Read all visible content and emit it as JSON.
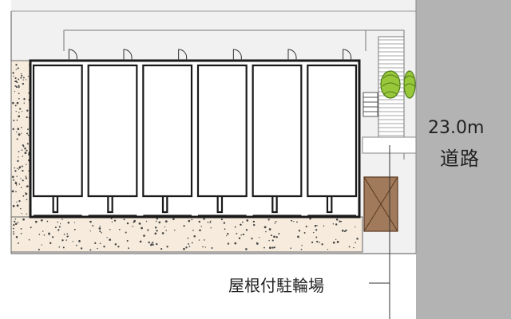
{
  "road": {
    "width_label": "23.0m",
    "name_label": "道路"
  },
  "parking": {
    "label": "屋根付駐輪場"
  },
  "units": {
    "count": 6
  },
  "colors": {
    "road": "#b3b3b3",
    "site": "#f1f1f1",
    "garden": "#f6ebdc",
    "building_wall": "#1a1a1a",
    "bike_parking": "#a07a5b",
    "shrub": "#98c83a"
  }
}
